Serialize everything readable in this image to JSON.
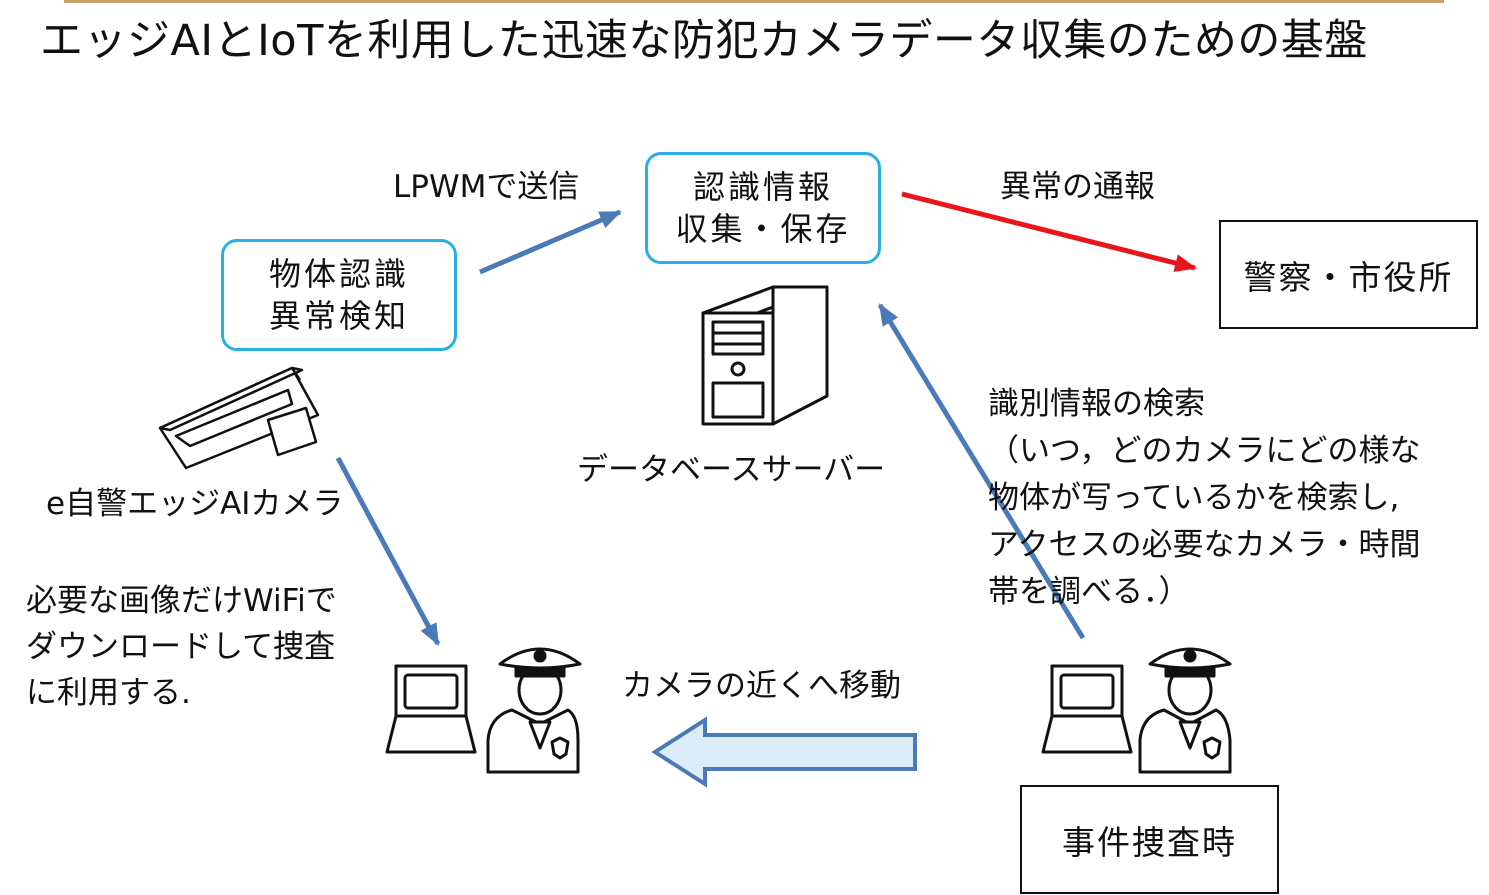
{
  "title": "エッジAIとIoTを利用した迅速な防犯カメラデータ収集のための基盤",
  "edge_box": {
    "line1": "物体認識",
    "line2": "異常検知"
  },
  "server_box": {
    "line1": "認識情報",
    "line2": "収集・保存"
  },
  "police_box": "警察・市役所",
  "incident_box": "事件捜査時",
  "labels": {
    "send": "LPWMで送信",
    "report": "異常の通報",
    "server": "データベースサーバー",
    "camera": "e自警エッジAIカメラ",
    "download": [
      "必要な画像だけWiFiで",
      "ダウンロードして捜査",
      "に利用する."
    ],
    "move": "カメラの近くへ移動",
    "search": [
      "識別情報の検索",
      "（いつ，どのカメラにどの様な",
      "物体が写っているかを検索し,",
      "アクセスの必要なカメラ・時間",
      "帯を調べる．）"
    ]
  },
  "colors": {
    "arrow_blue": "#4a7ab8",
    "arrow_red": "#e8151b",
    "box_cyan": "#29aee6",
    "fat_arrow_fill": "#dcecf8"
  },
  "icons": [
    "security-camera-icon",
    "server-tower-icon",
    "laptop-icon",
    "police-officer-icon"
  ]
}
